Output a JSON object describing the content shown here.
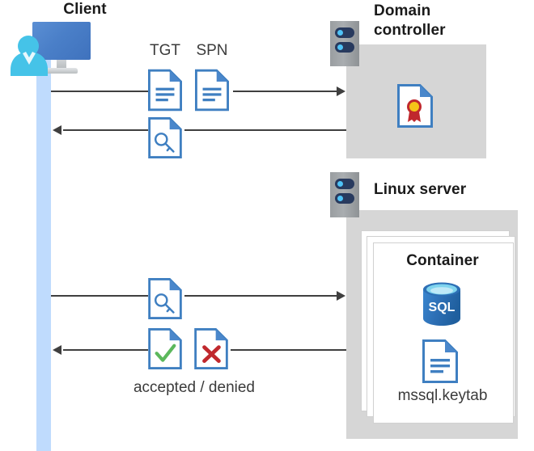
{
  "diagram": {
    "title_client": "Client",
    "title_domain_controller": "Domain\ncontroller",
    "domain_controller_line1": "Domain",
    "domain_controller_line2": "controller",
    "title_linux_server": "Linux server",
    "title_container": "Container",
    "keytab_label": "mssql.keytab",
    "result_label": "accepted / denied",
    "message_tgt": "TGT",
    "message_spn": "SPN"
  },
  "icons": {
    "client": "user-monitor-icon",
    "server_rack_dc": "server-rack-icon",
    "server_rack_linux": "server-rack-icon",
    "certificate": "certificate-document-icon",
    "ticket_tgt": "document-icon",
    "ticket_spn": "document-icon",
    "service_ticket": "key-document-icon",
    "request_ticket": "key-document-icon",
    "accepted": "check-document-icon",
    "denied": "cross-document-icon",
    "sql": "sql-database-icon",
    "keytab": "document-icon"
  },
  "flows": [
    {
      "name": "client-to-dc-request",
      "direction": "right"
    },
    {
      "name": "dc-to-client-ticket",
      "direction": "left"
    },
    {
      "name": "client-to-linux-request",
      "direction": "right"
    },
    {
      "name": "linux-to-client-response",
      "direction": "left"
    }
  ],
  "colors": {
    "accent_blue": "#3f7fc1",
    "doc_fold": "#4a87cb",
    "lifeline": "#bfdbfd",
    "zone_gray": "#d6d6d6",
    "line_gray": "#3f3f3f",
    "sql_blue": "#2d6fb5",
    "check_green": "#5cb85c",
    "cross_red": "#c0282d",
    "seal_red": "#c0282d",
    "seal_gold": "#f5c518",
    "rack_navy": "#283a5e",
    "rack_dot": "#4fc3f7",
    "person_cyan": "#45c3e8",
    "monitor_blue": "#4a7fc8"
  }
}
